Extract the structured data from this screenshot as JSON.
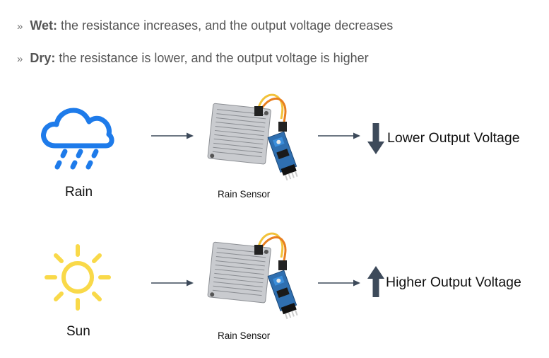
{
  "bullets": [
    {
      "mark": "»",
      "term": "Wet:",
      "text": " the resistance increases, and the output voltage decreases"
    },
    {
      "mark": "»",
      "term": "Dry:",
      "text": " the resistance is lower, and the output voltage is higher"
    }
  ],
  "rows": [
    {
      "condition": "Rain",
      "sensor_label": "Rain Sensor",
      "result": "Lower Output Voltage",
      "direction": "down",
      "icon": "rain-cloud-icon"
    },
    {
      "condition": "Sun",
      "sensor_label": "Rain Sensor",
      "result": "Higher Output Voltage",
      "direction": "up",
      "icon": "sun-icon"
    }
  ],
  "colors": {
    "cloud_blue": "#1e7bea",
    "sun_yellow": "#f9d949",
    "arrow_dark": "#3d4a5a"
  }
}
